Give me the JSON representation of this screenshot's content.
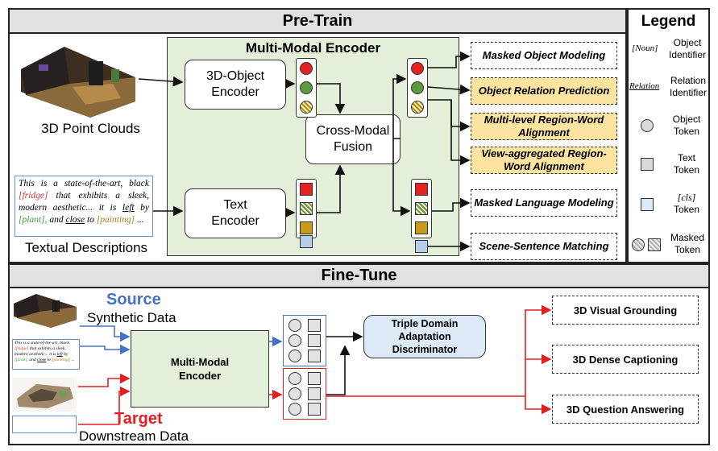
{
  "pretrain": {
    "title": "Pre-Train",
    "point_cloud_label": "3D Point Clouds",
    "text_desc_label": "Textual Descriptions",
    "description": [
      {
        "t": "This is a state-of-the-art, black "
      },
      {
        "t": "[fridge]",
        "c": "#d23a3a"
      },
      {
        "t": " that exhibits a sleek, modern aesthetic... it is "
      },
      {
        "t": "left",
        "u": true
      },
      {
        "t": " by "
      },
      {
        "t": "[plant],",
        "c": "#3a9a3a"
      },
      {
        "t": " and "
      },
      {
        "t": "close",
        "u": true
      },
      {
        "t": " to "
      },
      {
        "t": "[painting]",
        "c": "#b07a18"
      },
      {
        "t": " ..."
      }
    ],
    "encoder_title": "Multi-Modal Encoder",
    "obj_encoder": "3D-Object Encoder",
    "text_encoder": "Text Encoder",
    "fusion": "Cross-Modal Fusion",
    "tasks": [
      {
        "label": "Masked Object Modeling",
        "highlight": false
      },
      {
        "label": "Object Relation Prediction",
        "highlight": true
      },
      {
        "label": "Multi-level Region-Word Alignment",
        "highlight": true
      },
      {
        "label": "View-aggregated Region-Word Alignment",
        "highlight": true
      },
      {
        "label": "Masked Language Modeling",
        "highlight": false
      },
      {
        "label": "Scene-Sentence Matching",
        "highlight": false
      }
    ]
  },
  "legend": {
    "title": "Legend",
    "items": [
      {
        "sym": "[Noun]",
        "label": "Object Identifier"
      },
      {
        "sym": "Relation",
        "label": "Relation Identifier"
      },
      {
        "label": "Object Token"
      },
      {
        "label": "Text Token"
      },
      {
        "sym": "[cls]",
        "label": "Token"
      },
      {
        "label": "Masked Token"
      }
    ]
  },
  "finetune": {
    "title": "Fine-Tune",
    "source": "Source",
    "synthetic": "Synthetic Data",
    "target": "Target",
    "downstream": "Downstream Data",
    "encoder": "Multi-Modal Encoder",
    "discriminator": "Triple Domain Adaptation Discriminator",
    "tasks": [
      "3D Visual Grounding",
      "3D Dense Captioning",
      "3D Question Answering"
    ]
  },
  "colors": {
    "source": "#4472c4",
    "target": "#e02020",
    "encoder_bg": "#e3efd9",
    "task_highlight": "#fbe3a0",
    "discriminator_bg": "#dce9f7",
    "token_red": "#e52222",
    "token_green": "#5b9b3b",
    "token_gold": "#c89a1a",
    "cls_blue": "#b8cde8"
  }
}
